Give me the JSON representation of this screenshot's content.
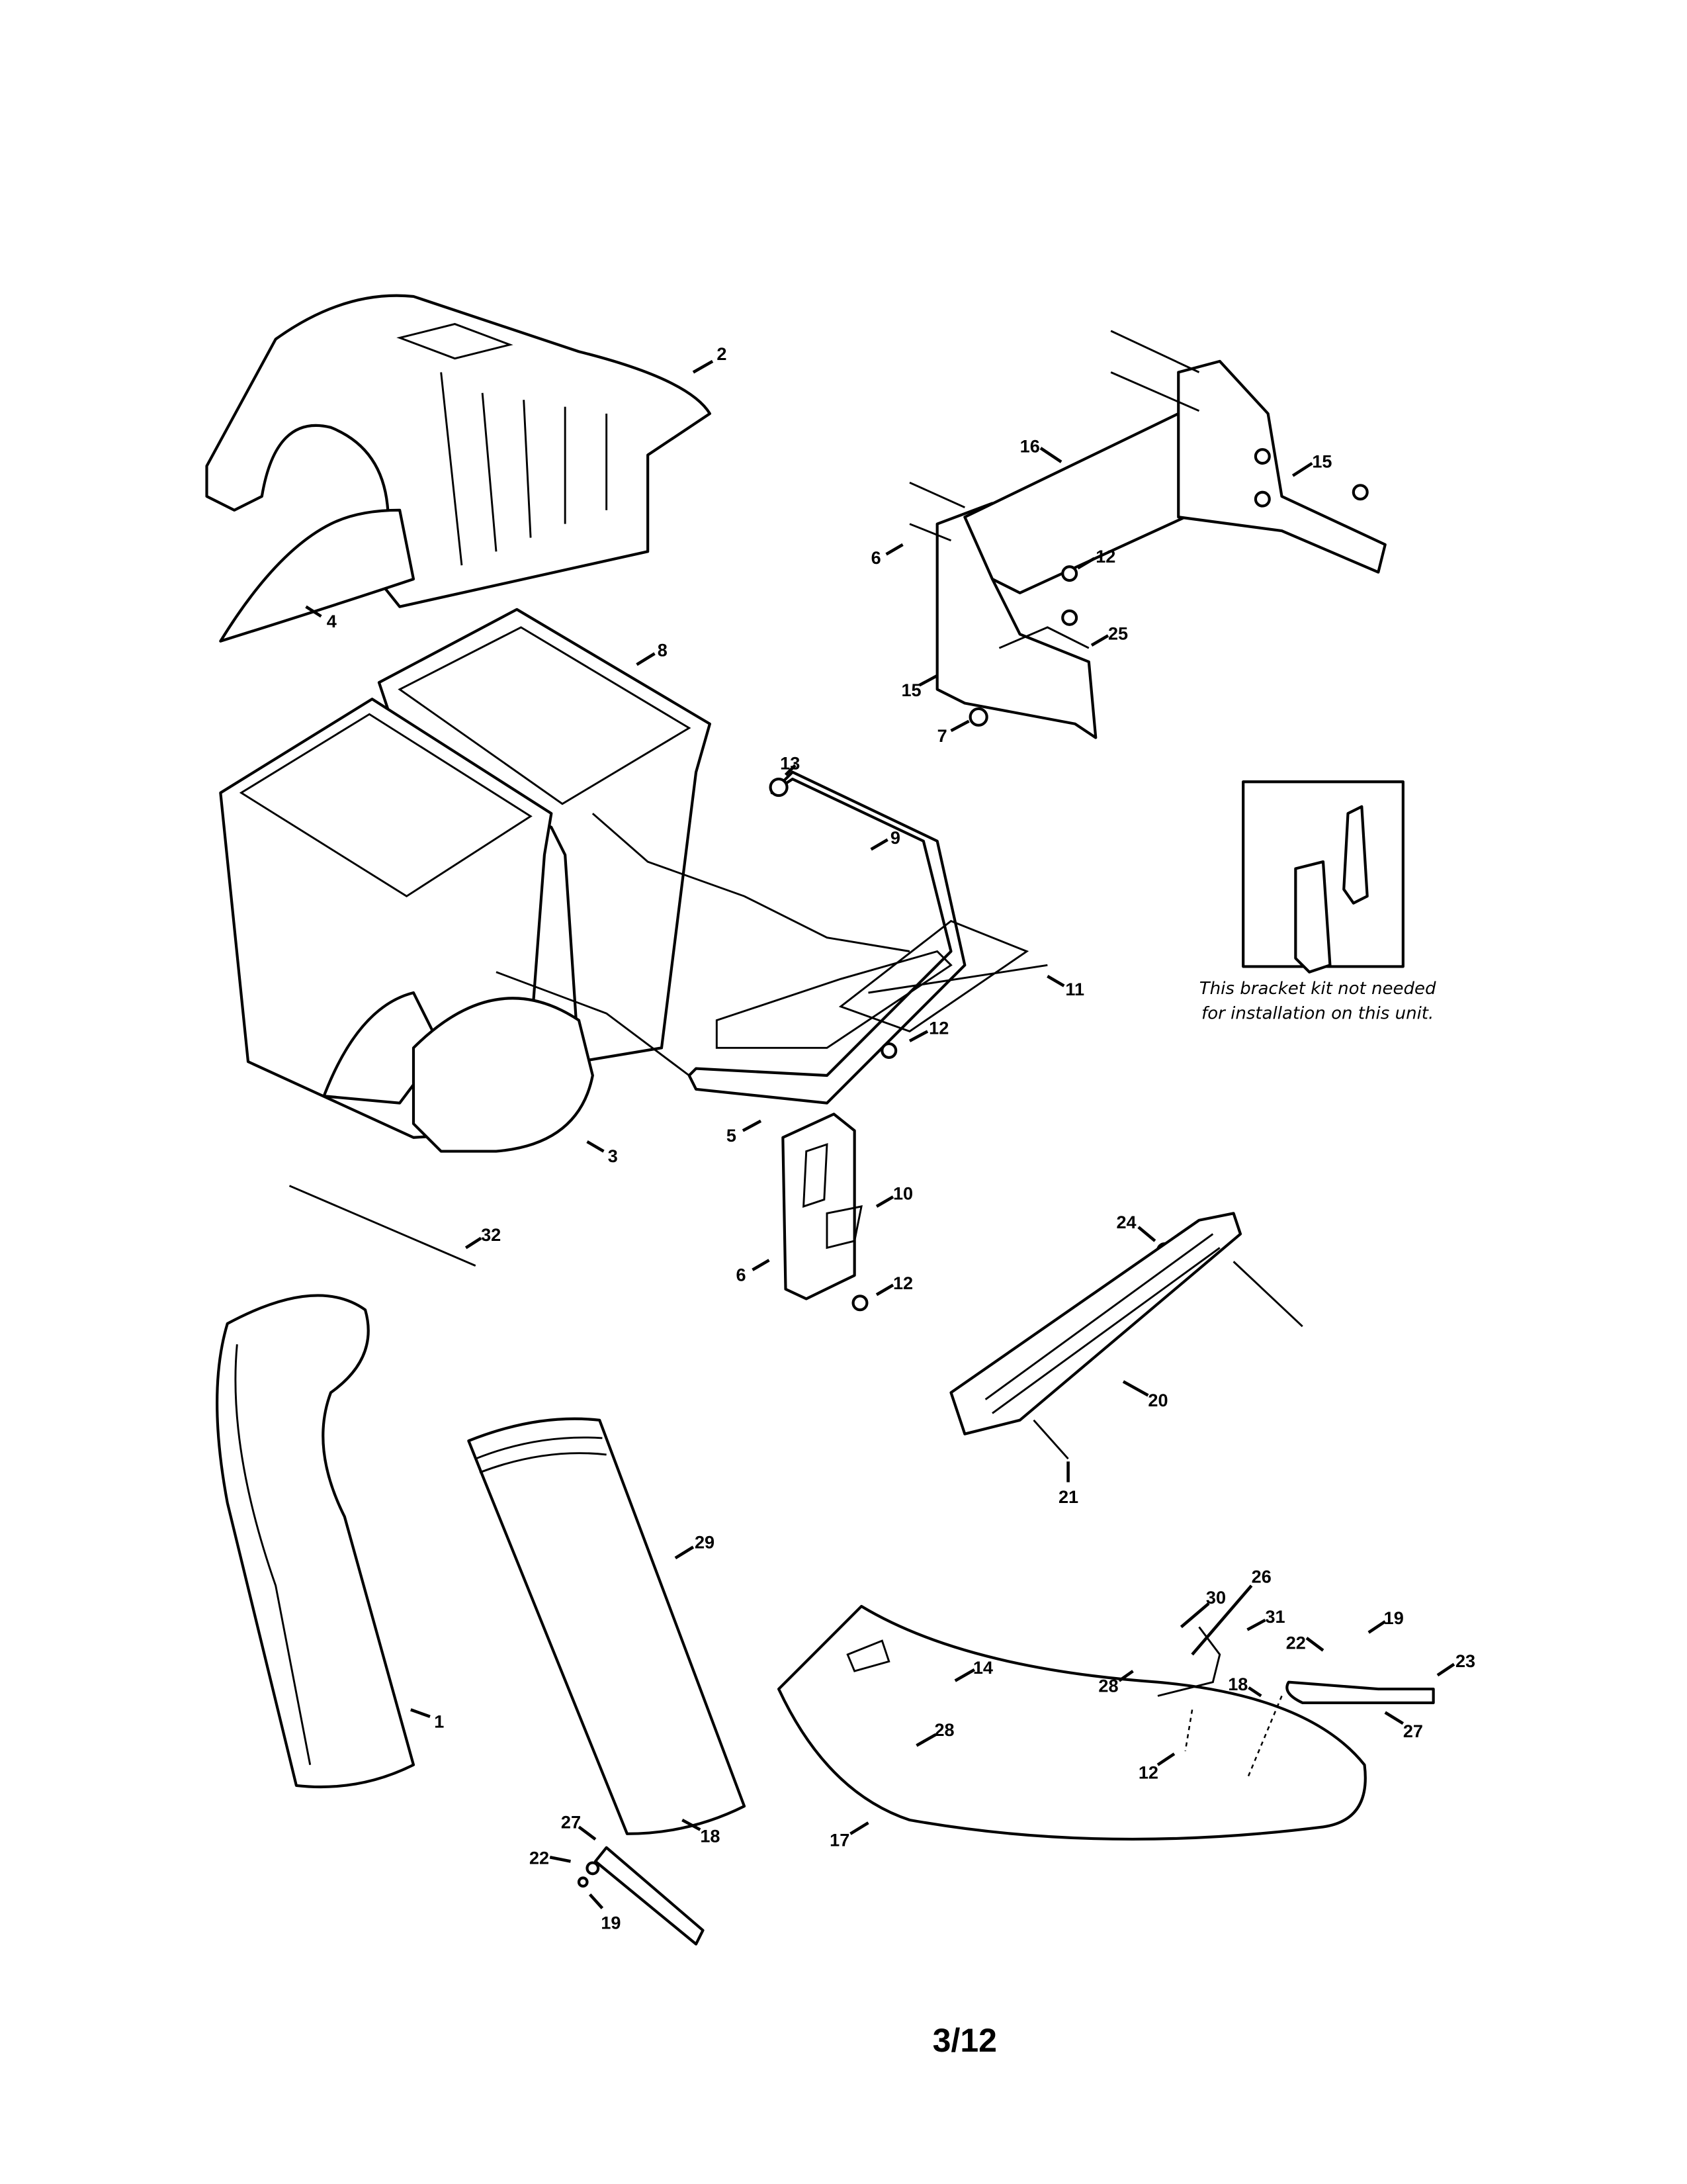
{
  "callouts": {
    "c2": "2",
    "c16": "16",
    "c15a": "15",
    "c6a": "6",
    "c12a": "12",
    "c25": "25",
    "c15b": "15",
    "c7": "7",
    "c4": "4",
    "c8": "8",
    "c13": "13",
    "c9": "9",
    "c11": "11",
    "c12b": "12",
    "c5": "5",
    "c3": "3",
    "c10": "10",
    "c32": "32",
    "c24": "24",
    "c6b": "6",
    "c12c": "12",
    "c20": "20",
    "c21": "21",
    "c29": "29",
    "c26": "26",
    "c30": "30",
    "c31": "31",
    "c19a": "19",
    "c22a": "22",
    "c23": "23",
    "c14": "14",
    "c28a": "28",
    "c18a": "18",
    "c27a": "27",
    "c1": "1",
    "c12d": "12",
    "c28b": "28",
    "c17": "17",
    "c27b": "27",
    "c18b": "18",
    "c22b": "22",
    "c19b": "19"
  },
  "inset": {
    "caption_line1": "This bracket kit not needed",
    "caption_line2": "for installation on this unit."
  },
  "page_number": "3/12"
}
